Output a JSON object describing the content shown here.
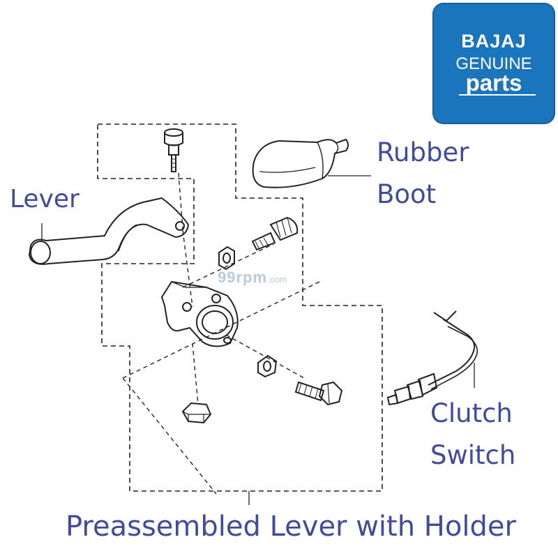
{
  "labels": {
    "lever": "Lever",
    "rubber_boot_line1": "Rubber",
    "rubber_boot_line2": "Boot",
    "clutch_switch_line1": "Clutch",
    "clutch_switch_line2": "Switch",
    "preassembled": "Preassembled Lever with Holder"
  },
  "badge": {
    "brand": "BAJAJ",
    "line2": "GENUINE",
    "line3": "parts",
    "color": "#1b75bc"
  },
  "watermark": {
    "main": "99rpm",
    "suffix": ".com"
  },
  "colors": {
    "label_text": "#3f4ba0",
    "line_art": "#222222"
  }
}
